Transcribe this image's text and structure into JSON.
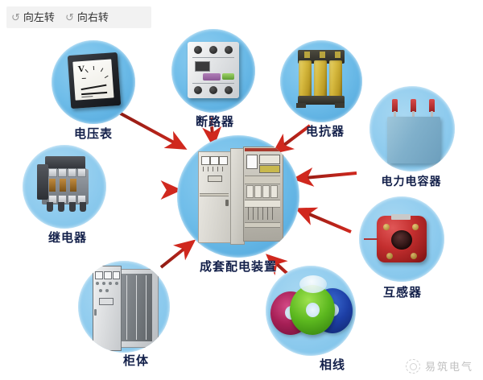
{
  "toolbar": {
    "rotate_left": {
      "label": "向左转",
      "icon": "rotate-left-icon",
      "glyph": "↺"
    },
    "rotate_right": {
      "label": "向右转",
      "icon": "rotate-right-icon",
      "glyph": "↻"
    }
  },
  "diagram": {
    "center": {
      "label": "成套配电装置",
      "name": "complete-switchgear-assembly"
    },
    "nodes": [
      {
        "id": "voltmeter",
        "label": "电压表",
        "desc": "panel voltmeter"
      },
      {
        "id": "circuit-breaker",
        "label": "断路器",
        "desc": "molded case circuit breaker"
      },
      {
        "id": "reactor",
        "label": "电抗器",
        "desc": "three phase reactor"
      },
      {
        "id": "power-capacitor",
        "label": "电力电容器",
        "desc": "power capacitor"
      },
      {
        "id": "instrument-transformer",
        "label": "互感器",
        "desc": "current transformer"
      },
      {
        "id": "phase-wire",
        "label": "相线",
        "desc": "phase wire coils"
      },
      {
        "id": "cabinet",
        "label": "柜体",
        "desc": "cabinet enclosure"
      },
      {
        "id": "relay",
        "label": "继电器",
        "desc": "contactor relay"
      }
    ]
  },
  "watermark": {
    "text": "易筑电气",
    "icon": "logo-mark-icon"
  },
  "colors": {
    "arrow": "#d0281e",
    "arrow_dark": "#8d1b13",
    "bubble": "#6fbde9",
    "label_text": "#13204a",
    "toolbar_bg": "#f2f2f2",
    "page_bg": "#ffffff"
  }
}
